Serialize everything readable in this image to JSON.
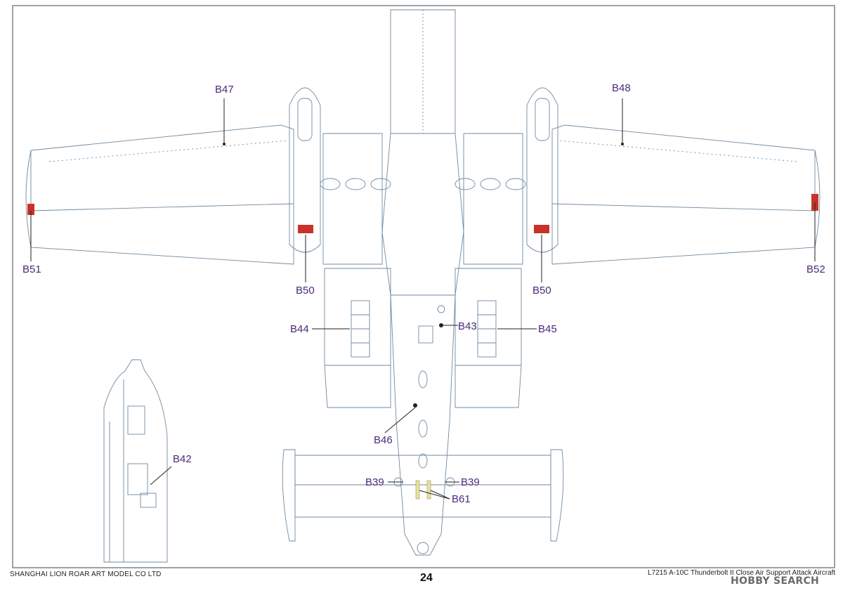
{
  "callouts": {
    "b47": "B47",
    "b48": "B48",
    "b51": "B51",
    "b52": "B52",
    "b50_left": "B50",
    "b50_right": "B50",
    "b44": "B44",
    "b43": "B43",
    "b45": "B45",
    "b46": "B46",
    "b42": "B42",
    "b39_left": "B39",
    "b39_right": "B39",
    "b61": "B61"
  },
  "footer": {
    "company": "SHANGHAI LION ROAR ART MODEL CO LTD",
    "page_number": "24",
    "kit_title": "L7215 A-10C Thunderbolt II Close Air Support Attack Aircraft",
    "watermark": "HOBBY SEARCH"
  },
  "colors": {
    "outline": "#6e8aa0",
    "callout_text": "#4a2a7a",
    "leader": "#222222",
    "decal_red": "#c83228",
    "decal_yellow": "#e8e2a0"
  }
}
